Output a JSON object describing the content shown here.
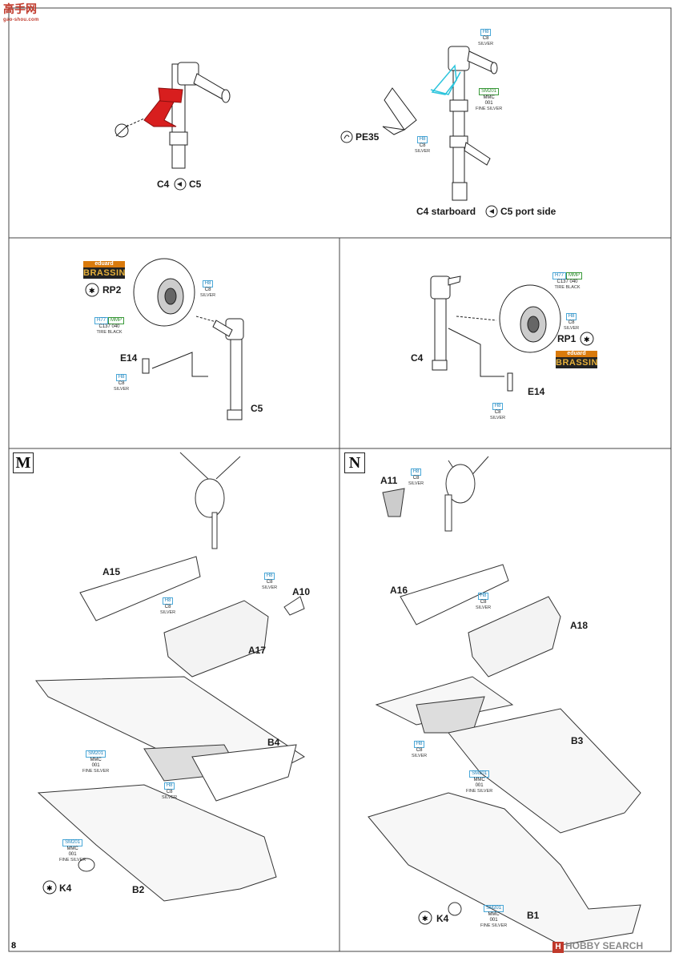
{
  "site_logo": {
    "text": "高手网",
    "sub": "gao-shou.com"
  },
  "page_number": "8",
  "watermark": {
    "mark": "H",
    "text": "HOBBY SEARCH"
  },
  "brassin": {
    "top": "eduard",
    "bottom": "BRASSIN"
  },
  "panel1": {
    "label": "C4",
    "label2": "C5"
  },
  "panel2": {
    "pe_label": "PE35",
    "bottom_label": "C4 starboard",
    "bottom_label2": "C5 port side",
    "paint_a": {
      "code": "H8",
      "c": "C8",
      "name": "SILVER"
    },
    "paint_b": {
      "code": "SM201",
      "c": "MMC",
      "num": "001",
      "name": "FINE SILVER"
    },
    "paint_c": {
      "code": "H8",
      "c": "C8",
      "name": "SILVER"
    }
  },
  "panel3": {
    "rp": "RP2",
    "e": "E14",
    "c": "C5",
    "paint_wheel": {
      "code": "H8",
      "c": "C8",
      "name": "SILVER"
    },
    "paint_tire": {
      "code": "H77",
      "c": "C137",
      "mmp": "MMP",
      "num": "040",
      "name": "TIRE BLACK"
    },
    "paint_e14": {
      "code": "H8",
      "c": "C8",
      "name": "SILVER"
    }
  },
  "panel4": {
    "rp": "RP1",
    "e": "E14",
    "c": "C4",
    "paint_tire": {
      "code": "H77",
      "c": "C137",
      "mmp": "MMP",
      "num": "040",
      "name": "TIRE BLACK"
    },
    "paint_wheel": {
      "code": "H8",
      "c": "C8",
      "name": "SILVER"
    },
    "paint_e14": {
      "code": "H8",
      "c": "C8",
      "name": "SILVER"
    }
  },
  "stepM": {
    "letter": "M",
    "a15": "A15",
    "a10": "A10",
    "a17": "A17",
    "b4": "B4",
    "b2": "B2",
    "k4": "K4",
    "paint_a10": {
      "code": "H8",
      "c": "C8",
      "name": "SILVER"
    },
    "paint_a15": {
      "code": "H8",
      "c": "C8",
      "name": "SILVER"
    },
    "paint_wing": {
      "code": "SM201",
      "c": "MMC",
      "num": "001",
      "name": "FINE SILVER"
    },
    "paint_bay": {
      "code": "H8",
      "c": "C8",
      "name": "SILVER"
    },
    "paint_k4": {
      "code": "SM201",
      "c": "MMC",
      "num": "001",
      "name": "FINE SILVER"
    }
  },
  "stepN": {
    "letter": "N",
    "a11": "A11",
    "a16": "A16",
    "a18": "A18",
    "b3": "B3",
    "b1": "B1",
    "k4": "K4",
    "paint_a11": {
      "code": "H8",
      "c": "C8",
      "name": "SILVER"
    },
    "paint_a16": {
      "code": "H8",
      "c": "C8",
      "name": "SILVER"
    },
    "paint_bay": {
      "code": "H8",
      "c": "C8",
      "name": "SILVER"
    },
    "paint_wing": {
      "code": "SM201",
      "c": "MMC",
      "num": "001",
      "name": "FINE SILVER"
    },
    "paint_k4": {
      "code": "SM201",
      "c": "MMC",
      "num": "001",
      "name": "FINE SILVER"
    }
  },
  "colors": {
    "accent_red": "#d81e1e",
    "paint_blue": "#1b7fb8",
    "paint_green": "#2a8a2a",
    "line": "#333333",
    "cyan": "#2cc4dc"
  }
}
